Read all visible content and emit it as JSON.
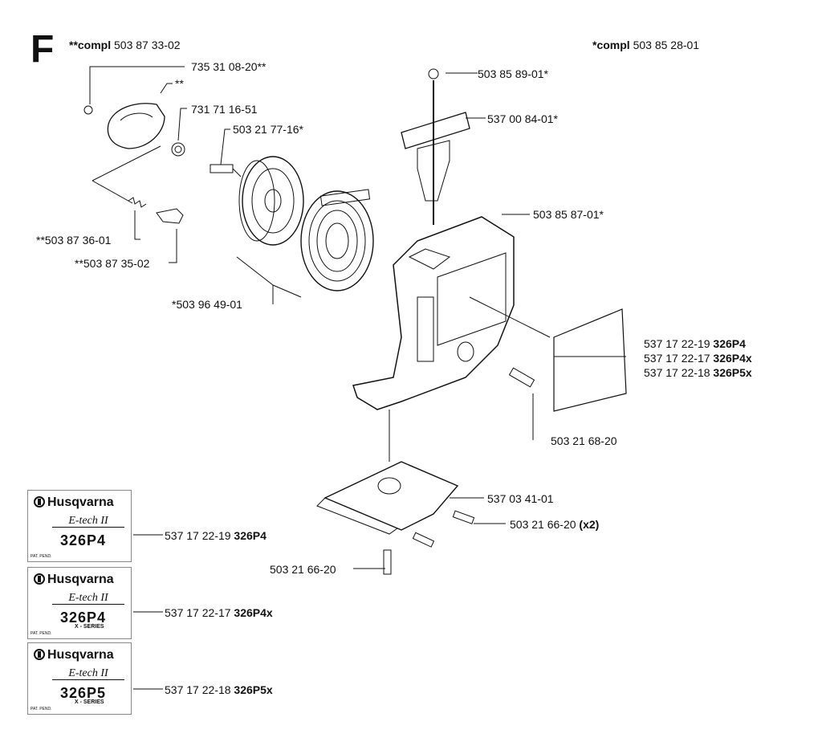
{
  "section": {
    "letter": "F"
  },
  "headers": {
    "left_prefix": "**compl",
    "left_code": "503 87 33-02",
    "right_prefix": "*compl",
    "right_code": "503 85 28-01"
  },
  "labels": {
    "p1": "735 31 08-20**",
    "p2": "**",
    "p3": "731 71 16-51",
    "p4": "503 21 77-16*",
    "p5": "**503 87 36-01",
    "p6": "**503 87 35-02",
    "p7": "*503 96 49-01",
    "p8": "503 85 89-01*",
    "p9": "537 00 84-01*",
    "p10": "503 85 87-01*",
    "p11": "537 17 22-19",
    "p11_model": "326P4",
    "p12": "537 17 22-17",
    "p12_model": "326P4x",
    "p13": "537 17 22-18",
    "p13_model": "326P5x",
    "p14": "503 21 68-20",
    "p15": "537 03 41-01",
    "p16": "503 21 66-20",
    "p16_qty": "(x2)",
    "p17": "503 21 66-20",
    "d1": "537 17 22-19",
    "d1_model": "326P4",
    "d2": "537 17 22-17",
    "d2_model": "326P4x",
    "d3": "537 17 22-18",
    "d3_model": "326P5x"
  },
  "decals": [
    {
      "brand": "Husqvarna",
      "etech": "E-tech II",
      "model": "326P4",
      "series": "",
      "patent": "PAT. PEND."
    },
    {
      "brand": "Husqvarna",
      "etech": "E-tech II",
      "model": "326P4",
      "series": "X - SERIES",
      "patent": "PAT. PEND."
    },
    {
      "brand": "Husqvarna",
      "etech": "E-tech II",
      "model": "326P5",
      "series": "X - SERIES",
      "patent": "PAT. PEND."
    }
  ]
}
